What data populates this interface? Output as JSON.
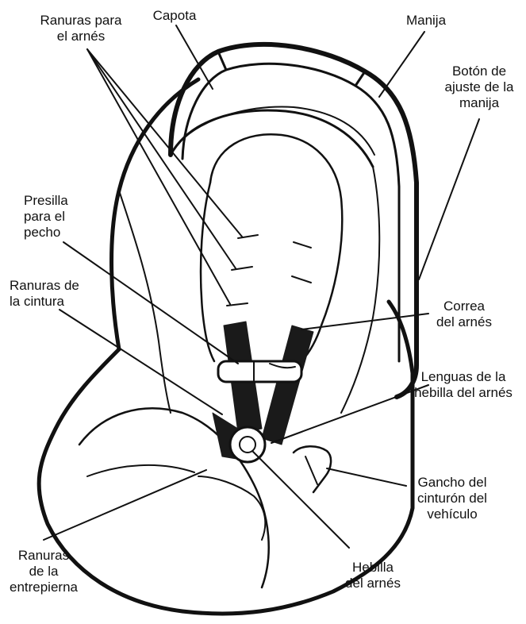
{
  "labels": {
    "harness_slots": [
      "Ranuras para",
      "el arnés"
    ],
    "canopy": [
      "Capota"
    ],
    "handle": [
      "Manija"
    ],
    "handle_button": [
      "Botón de",
      "ajuste de la",
      "manija"
    ],
    "chest_clip": [
      "Presilla",
      "para el",
      "pecho"
    ],
    "waist_slots": [
      "Ranuras de",
      "la cintura"
    ],
    "harness_strap": [
      "Correa",
      "del arnés"
    ],
    "buckle_tongues": [
      "Lenguas de la",
      "hebilla del arnés"
    ],
    "belt_hook": [
      "Gancho del",
      "cinturón del",
      "vehículo"
    ],
    "crotch_slots": [
      "Ranuras",
      "de la",
      "entrepierna"
    ],
    "harness_buckle": [
      "Hebilla",
      "del arnés"
    ]
  },
  "colors": {
    "ink": "#111111",
    "strap": "#1a1a1a",
    "background": "#ffffff"
  }
}
